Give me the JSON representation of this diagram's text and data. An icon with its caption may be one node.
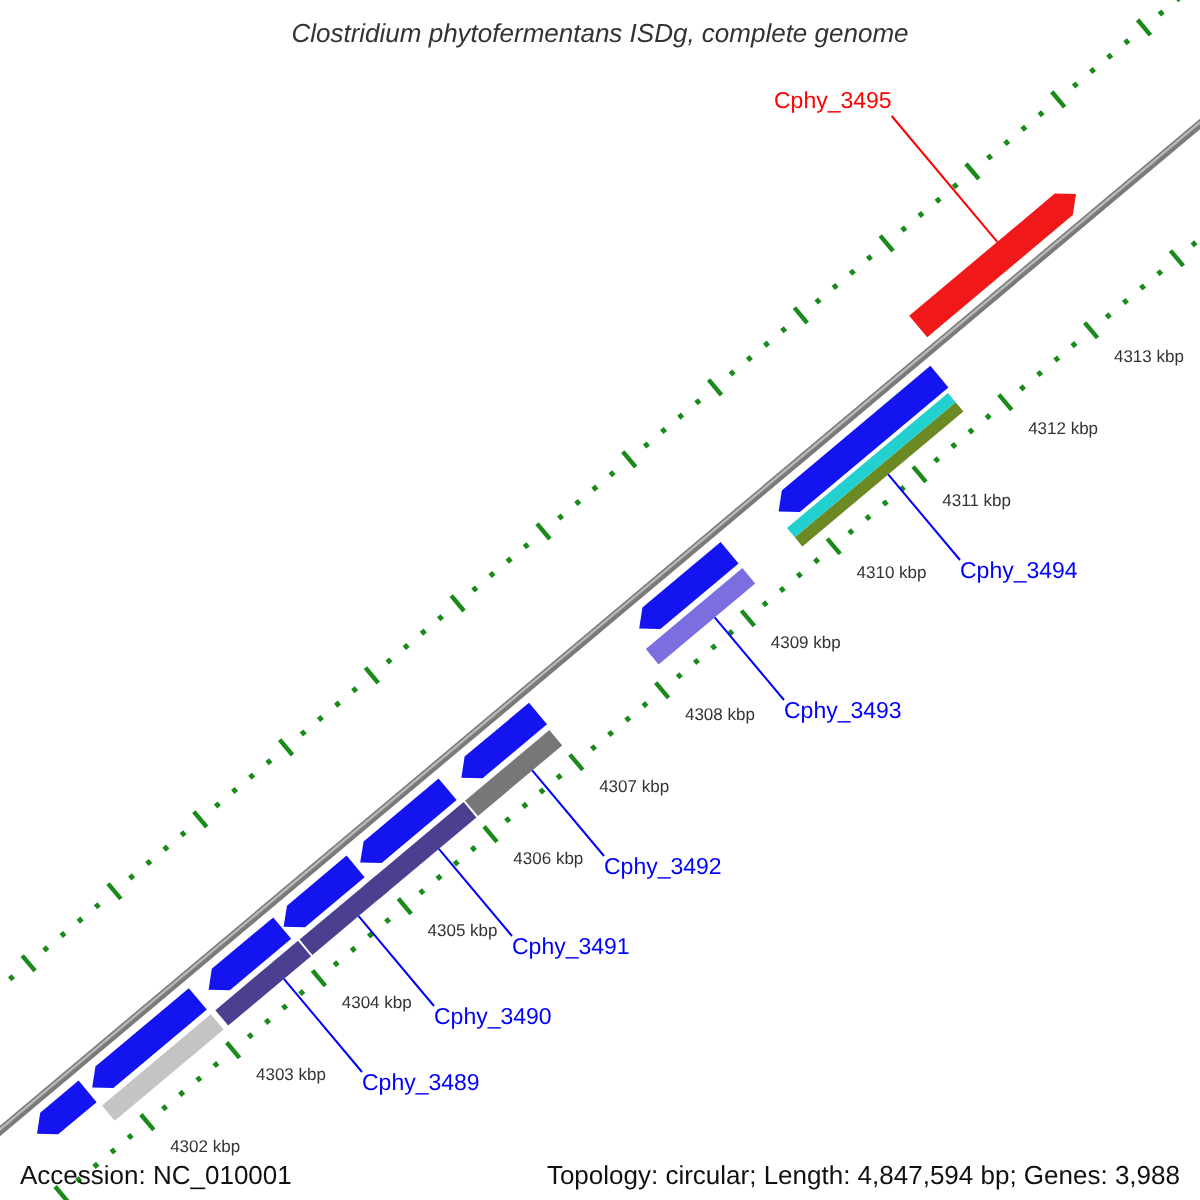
{
  "diagram": {
    "title": "Clostridium phytofermentans ISDg, complete genome",
    "nodes": [
      {
        "text": [
          "Cphy_3495"
        ]
      },
      {
        "text": [],
        "shape": "arrow"
      },
      {
        "text": [
          "Cphy_3494"
        ]
      },
      {
        "text": [],
        "shape": "bar"
      },
      {
        "text": [
          "Cphy_3493"
        ]
      },
      {
        "text": [],
        "shape": "bar"
      },
      {
        "text": [
          "Cphy_3492"
        ]
      },
      {
        "text": [],
        "shape": "bar"
      },
      {
        "text": [
          "Cphy_3491"
        ]
      },
      {
        "text": [],
        "shape": "bar"
      },
      {
        "text": [
          "Cphy_3490"
        ]
      },
      {
        "text": [],
        "shape": "bar"
      },
      {
        "text": [
          "Cphy_3489"
        ]
      },
      {
        "text": [],
        "shape": "bar"
      },
      {
        "text": [],
        "shape": "arrow"
      },
      {
        "text": [],
        "shape": "arrow"
      },
      {
        "text": [],
        "shape": "arrow"
      },
      {
        "text": [],
        "shape": "arrow"
      },
      {
        "text": [],
        "shape": "arrow"
      },
      {
        "text": [],
        "shape": "arrow"
      },
      {
        "text": [],
        "shape": "arrow"
      },
      {
        "text": [],
        "shape": "arrow"
      },
      {
        "text": [],
        "shape": "bar"
      },
      {
        "text": [],
        "shape": "bar"
      }
    ],
    "edges": [
      {
        "from": 0,
        "to": 1,
        "arrow": "none",
        "color": "#ff0000"
      },
      {
        "from": 2,
        "to": 3,
        "arrow": "none"
      },
      {
        "from": 4,
        "to": 5,
        "arrow": "none"
      },
      {
        "from": 6,
        "to": 7,
        "arrow": "none"
      },
      {
        "from": 8,
        "to": 9,
        "arrow": "none"
      },
      {
        "from": 10,
        "to": 11,
        "arrow": "none"
      },
      {
        "from": 12,
        "to": 13,
        "arrow": "none"
      }
    ],
    "labels": [
      "4313 kbp",
      "4312 kbp",
      "4311 kbp",
      "4310 kbp",
      "4309 kbp",
      "4308 kbp",
      "4307 kbp",
      "4306 kbp",
      "4305 kbp",
      "4304 kbp",
      "4303 kbp",
      "4302 kbp",
      "Accession: NC_010001",
      "Topology: circular; Length: 4,847,594 bp; Genes: 3,988"
    ]
  }
}
